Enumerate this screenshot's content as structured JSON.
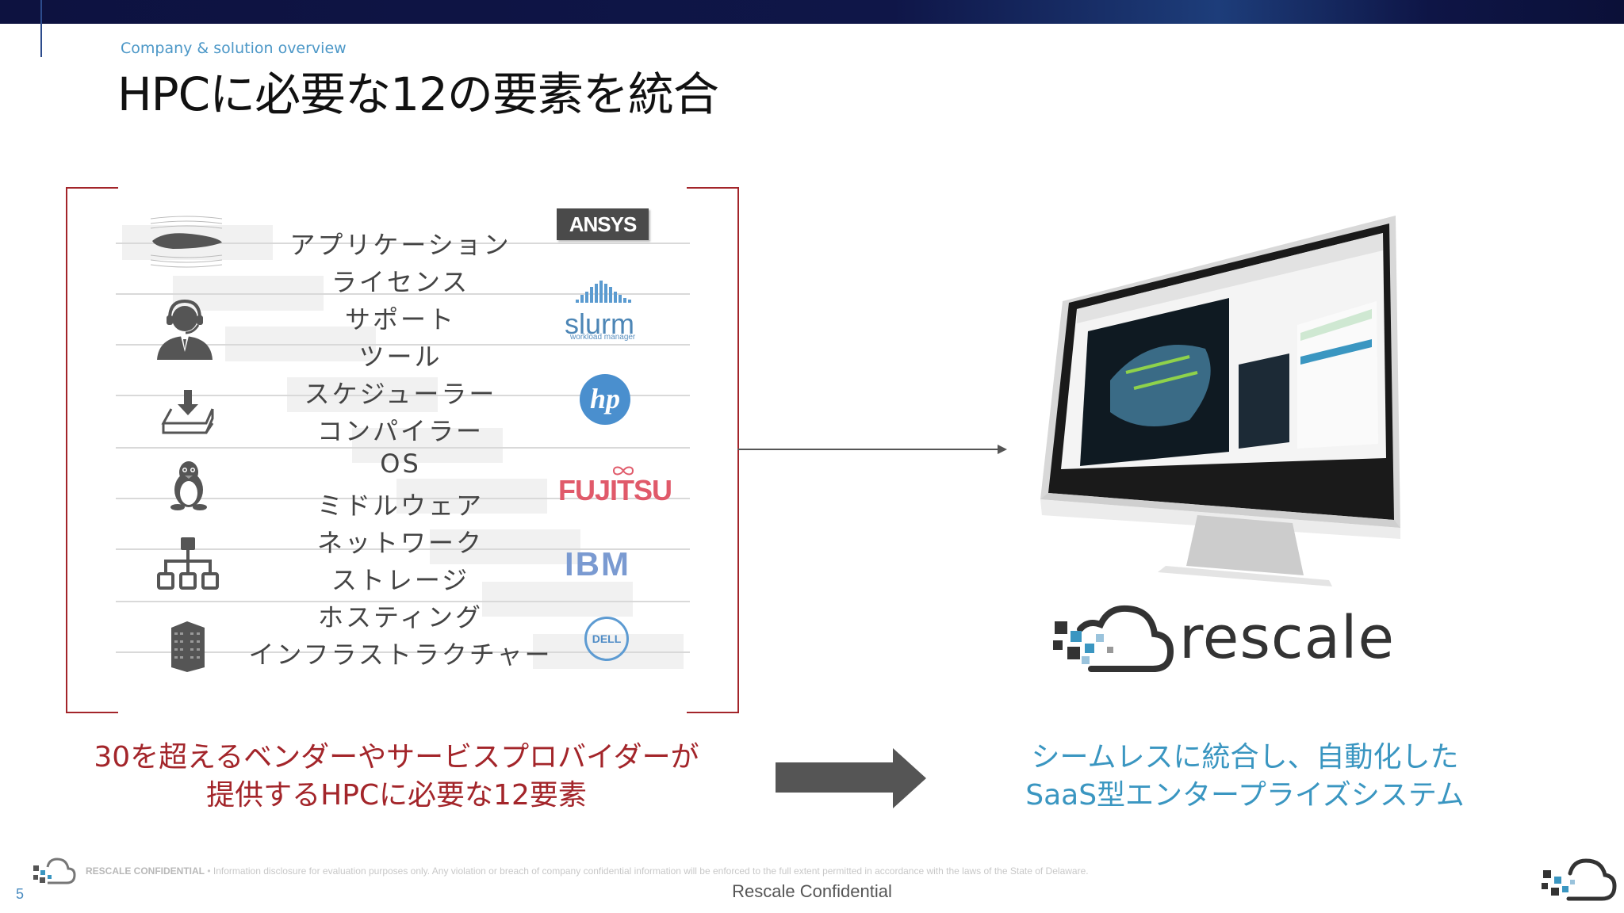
{
  "header": {
    "subtitle": "Company & solution overview",
    "title": "HPCに必要な12の要素を統合"
  },
  "elements": [
    "アプリケーション",
    "ライセンス",
    "サポート",
    "ツール",
    "スケジューラー",
    "コンパイラー",
    "OS",
    "ミドルウェア",
    "ネットワーク",
    "ストレージ",
    "ホスティング",
    "インフラストラクチャー"
  ],
  "vendors": {
    "ansys": "ANSYS",
    "slurm": "slurm",
    "slurm_sub": "workload manager",
    "hp": "hp",
    "fujitsu": "FUJITSU",
    "ibm": "IBM",
    "dell": "DELL"
  },
  "captions": {
    "left_line1": "30を超えるベンダーやサービスプロバイダーが",
    "left_line2": "提供するHPCに必要な12要素",
    "right_line1": "シームレスに統合し、自動化した",
    "right_line2": "SaaS型エンタープライズシステム"
  },
  "product": {
    "brand": "rescale"
  },
  "footer": {
    "confidential_label": "RESCALE CONFIDENTIAL",
    "confidential_text": " • Information disclosure for evaluation purposes only. Any violation or breach of company confidential information will be enforced to the full extent permitted in accordance with the laws of the State of Delaware.",
    "bottom": "Rescale Confidential",
    "page_number": "5"
  },
  "colors": {
    "accent_red": "#a3252a",
    "accent_blue": "#3a96c1",
    "topbar": "#0d1240"
  },
  "icons": [
    "airfoil-icon",
    "headset-support-icon",
    "download-install-icon",
    "linux-penguin-icon",
    "network-tree-icon",
    "datacenter-building-icon",
    "rescale-logo-icon",
    "rescale-monitor-image"
  ]
}
